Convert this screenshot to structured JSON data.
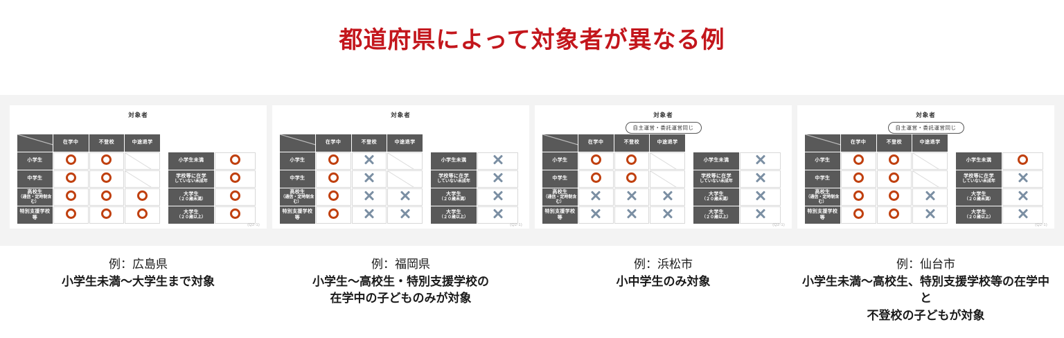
{
  "title": "都道府県によって対象者が異なる例",
  "accent_color": "#c3161c",
  "circle_color": "#c0400f",
  "cross_color": "#7b8fa3",
  "header_bg": "#595959",
  "band_bg": "#f3f3f3",
  "common": {
    "panel_header": "対象者",
    "badge_label": "自主運営・委託運営同じ",
    "footnote": "(Q2-1)",
    "columns": [
      "在学中",
      "不登校",
      "中途退学"
    ],
    "rows": [
      "小学生",
      "中学生",
      "高校生",
      "（通信・定時制含む）",
      "特別支援学校等"
    ],
    "row_labels": [
      {
        "main": "小学生",
        "sub": ""
      },
      {
        "main": "中学生",
        "sub": ""
      },
      {
        "main": "高校生",
        "sub": "（通信・定時制含む）"
      },
      {
        "main": "特別支援学校等",
        "sub": ""
      }
    ],
    "side_labels": [
      {
        "main": "小学生未満",
        "sub": ""
      },
      {
        "main": "学校等に在学",
        "sub": "していない未成年"
      },
      {
        "main": "大学生",
        "sub": "（２０歳未満）"
      },
      {
        "main": "大学生",
        "sub": "（２０歳以上）"
      }
    ]
  },
  "panels": [
    {
      "has_badge": false,
      "matrix": [
        [
          "o",
          "o",
          "diag"
        ],
        [
          "o",
          "o",
          "diag"
        ],
        [
          "o",
          "o",
          "o"
        ],
        [
          "o",
          "o",
          "o"
        ]
      ],
      "side": [
        "o",
        "o",
        "o",
        "o"
      ],
      "caption_line1": "例：広島県",
      "caption_line2": [
        "小学生未満～大学生まで対象"
      ]
    },
    {
      "has_badge": false,
      "matrix": [
        [
          "o",
          "x",
          "diag"
        ],
        [
          "o",
          "x",
          "diag"
        ],
        [
          "o",
          "x",
          "x"
        ],
        [
          "o",
          "x",
          "x"
        ]
      ],
      "side": [
        "x",
        "x",
        "x",
        "x"
      ],
      "caption_line1": "例：福岡県",
      "caption_line2": [
        "小学生～高校生・特別支援学校の",
        "在学中の子どものみが対象"
      ]
    },
    {
      "has_badge": true,
      "matrix": [
        [
          "o",
          "o",
          "diag"
        ],
        [
          "o",
          "o",
          "diag"
        ],
        [
          "x",
          "x",
          "x"
        ],
        [
          "x",
          "x",
          "x"
        ]
      ],
      "side": [
        "x",
        "x",
        "x",
        "x"
      ],
      "caption_line1": "例：浜松市",
      "caption_line2": [
        "小中学生のみ対象"
      ]
    },
    {
      "has_badge": true,
      "matrix": [
        [
          "o",
          "o",
          "diag"
        ],
        [
          "o",
          "o",
          "diag"
        ],
        [
          "o",
          "o",
          "x"
        ],
        [
          "o",
          "o",
          "x"
        ]
      ],
      "side": [
        "o",
        "x",
        "x",
        "x"
      ],
      "caption_line1": "例：仙台市",
      "caption_line2": [
        "小学生未満～高校生、特別支援学校等の在学中と",
        "不登校の子どもが対象"
      ]
    }
  ]
}
